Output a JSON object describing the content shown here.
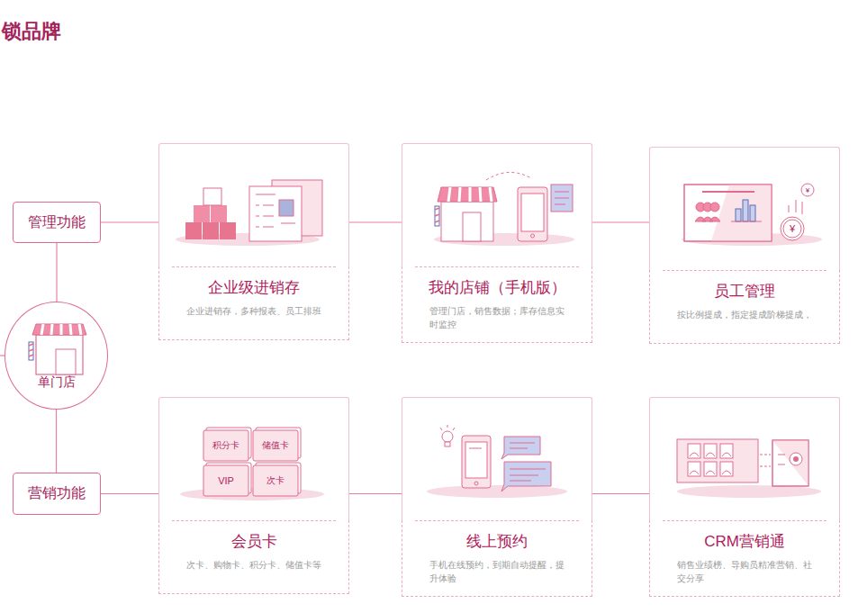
{
  "diagram": {
    "title": "锁品牌",
    "nodes": [
      {
        "text": [
          "管理功能"
        ]
      },
      {
        "text": [
          "单门店"
        ]
      },
      {
        "text": [
          "营销功能"
        ]
      },
      {
        "text": [
          "企业级进销存",
          "企业进销存，多种报表、员工排班"
        ]
      },
      {
        "text": [
          "我的店铺（手机版）",
          "管理门店，销售数据；库存信息实时监控"
        ]
      },
      {
        "text": [
          "员工管理",
          "按比例提成，指定提成阶梯提成，"
        ]
      },
      {
        "text": [
          "会员卡",
          "次卡、购物卡、积分卡、储值卡等"
        ]
      },
      {
        "text": [
          "线上预约",
          "手机在线预约，到期自动提醒，提升体验"
        ]
      },
      {
        "text": [
          "CRM营销通",
          "销售业绩榜、导购员精准营销、社交分享"
        ]
      }
    ],
    "edges": [
      {
        "from": 0,
        "to": 1,
        "arrow": "none"
      },
      {
        "from": 1,
        "to": 2,
        "arrow": "none"
      },
      {
        "from": 0,
        "to": 3,
        "arrow": "none"
      },
      {
        "from": 3,
        "to": 4,
        "arrow": "none"
      },
      {
        "from": 4,
        "to": 5,
        "arrow": "none"
      },
      {
        "from": 2,
        "to": 6,
        "arrow": "none"
      },
      {
        "from": 6,
        "to": 7,
        "arrow": "none"
      },
      {
        "from": 7,
        "to": 8,
        "arrow": "none"
      }
    ],
    "labels": [
      "积分卡",
      "储值卡",
      "VIP",
      "次卡",
      "¥",
      "¥"
    ]
  }
}
